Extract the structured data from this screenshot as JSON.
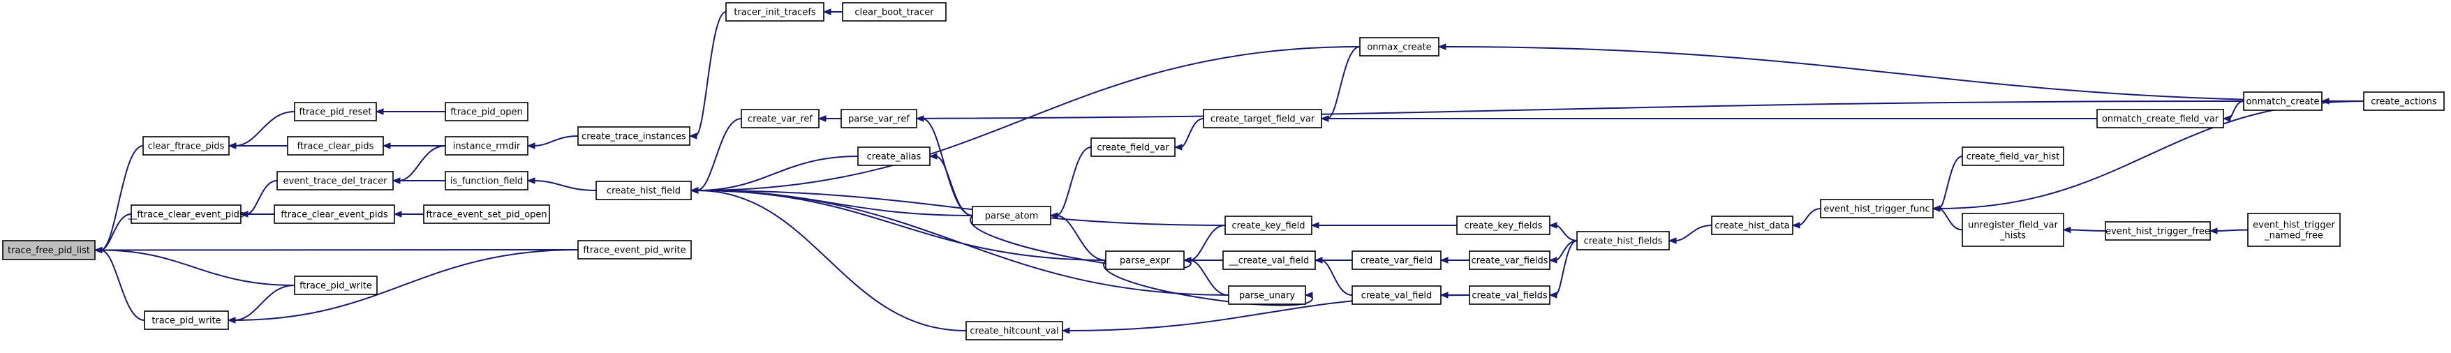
{
  "graph": {
    "root": "trace_free_pid_list",
    "colors": {
      "edge": "#191970",
      "node_fill": "#ffffff",
      "root_fill": "#bfbfbf",
      "node_stroke": "#000000"
    },
    "nodes": [
      {
        "id": "n0",
        "label": "trace_free_pid_list"
      },
      {
        "id": "n1",
        "label": "clear_ftrace_pids"
      },
      {
        "id": "n2",
        "label": "ftrace_pid_reset"
      },
      {
        "id": "n3",
        "label": "ftrace_pid_open"
      },
      {
        "id": "n4",
        "label": "ftrace_clear_pids"
      },
      {
        "id": "n5",
        "label": "instance_rmdir"
      },
      {
        "id": "n6",
        "label": "create_trace_instances"
      },
      {
        "id": "n7",
        "label": "tracer_init_tracefs"
      },
      {
        "id": "n8",
        "label": "clear_boot_tracer"
      },
      {
        "id": "n9",
        "label": "event_trace_del_tracer"
      },
      {
        "id": "n10",
        "label": "__ftrace_clear_event_pids"
      },
      {
        "id": "n11",
        "label": "ftrace_clear_event_pids"
      },
      {
        "id": "n12",
        "label": "ftrace_event_set_pid_open"
      },
      {
        "id": "n13",
        "label": "is_function_field"
      },
      {
        "id": "n14",
        "label": "create_hist_field"
      },
      {
        "id": "n15",
        "label": "ftrace_event_pid_write"
      },
      {
        "id": "n16",
        "label": "ftrace_pid_write"
      },
      {
        "id": "n17",
        "label": "trace_pid_write"
      },
      {
        "id": "n18",
        "label": "create_var_ref"
      },
      {
        "id": "n19",
        "label": "parse_var_ref"
      },
      {
        "id": "n20",
        "label": "create_alias"
      },
      {
        "id": "n21",
        "label": "parse_atom"
      },
      {
        "id": "n22",
        "label": "create_field_var"
      },
      {
        "id": "n23",
        "label": "create_target_field_var"
      },
      {
        "id": "n24",
        "label": "onmax_create"
      },
      {
        "id": "n25",
        "label": "onmatch_create"
      },
      {
        "id": "n26",
        "label": "onmatch_create_field_var"
      },
      {
        "id": "n27",
        "label": "create_actions"
      },
      {
        "id": "n28",
        "label": "create_key_field"
      },
      {
        "id": "n29",
        "label": "create_key_fields"
      },
      {
        "id": "n30",
        "label": "create_hist_fields"
      },
      {
        "id": "n31",
        "label": "create_hist_data"
      },
      {
        "id": "n32",
        "label": "event_hist_trigger_func"
      },
      {
        "id": "n33",
        "label": "create_field_var_hist"
      },
      {
        "id": "n34",
        "label": "unregister_field_var\n_hists"
      },
      {
        "id": "n35",
        "label": "event_hist_trigger_free"
      },
      {
        "id": "n36",
        "label": "event_hist_trigger\n_named_free"
      },
      {
        "id": "n37",
        "label": "parse_expr"
      },
      {
        "id": "n38",
        "label": "__create_val_field"
      },
      {
        "id": "n39",
        "label": "create_var_field"
      },
      {
        "id": "n40",
        "label": "create_var_fields"
      },
      {
        "id": "n41",
        "label": "create_val_field"
      },
      {
        "id": "n42",
        "label": "create_val_fields"
      },
      {
        "id": "n43",
        "label": "parse_unary"
      },
      {
        "id": "n44",
        "label": "create_hitcount_val"
      }
    ]
  }
}
